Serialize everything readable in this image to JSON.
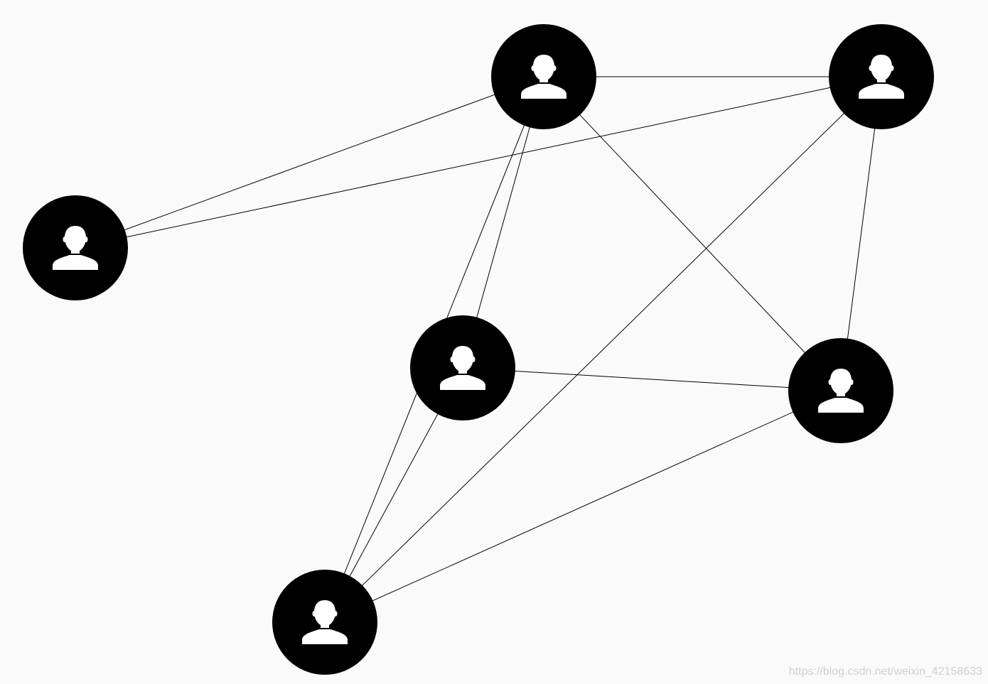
{
  "diagram": {
    "type": "network-graph",
    "colors": {
      "node_fill": "#000000",
      "icon_fill": "#ffffff",
      "edge_stroke": "#000000",
      "background": "#fbfbfb",
      "watermark": "#d0d0d0"
    },
    "nodes": [
      {
        "id": "n1",
        "icon": "person-icon"
      },
      {
        "id": "n2",
        "icon": "person-icon"
      },
      {
        "id": "n3",
        "icon": "person-icon"
      },
      {
        "id": "n4",
        "icon": "person-icon"
      },
      {
        "id": "n5",
        "icon": "person-icon"
      },
      {
        "id": "n6",
        "icon": "person-icon"
      }
    ],
    "edges": [
      {
        "from": "n1",
        "to": "n2"
      },
      {
        "from": "n1",
        "to": "n3"
      },
      {
        "from": "n2",
        "to": "n3"
      },
      {
        "from": "n2",
        "to": "n4"
      },
      {
        "from": "n3",
        "to": "n5"
      },
      {
        "from": "n4",
        "to": "n5"
      },
      {
        "from": "n4",
        "to": "n6"
      },
      {
        "from": "n5",
        "to": "n6"
      },
      {
        "from": "n5",
        "to": "n2"
      },
      {
        "from": "n6",
        "to": "n3"
      },
      {
        "from": "n6",
        "to": "n2"
      }
    ]
  },
  "watermark": {
    "text": "https://blog.csdn.net/weixin_42158633"
  }
}
